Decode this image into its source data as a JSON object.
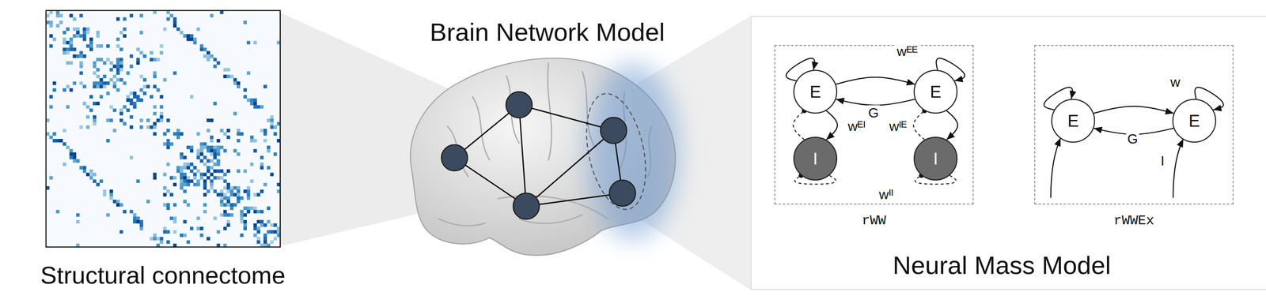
{
  "diagram": {
    "nodes": [
      {
        "text": [
          "Neural Mass Model"
        ]
      },
      {
        "text": [
          "rWW"
        ],
        "in": 0
      },
      {
        "text": [
          "E"
        ],
        "in": 1
      },
      {
        "text": [
          "E"
        ],
        "in": 1
      },
      {
        "text": [
          "I"
        ],
        "in": 1
      },
      {
        "text": [
          "I"
        ],
        "in": 1
      },
      {
        "text": [
          "rWWEx"
        ],
        "in": 0
      },
      {
        "text": [
          "E"
        ],
        "in": 6
      },
      {
        "text": [
          "E"
        ],
        "in": 6
      }
    ],
    "edges": [
      {
        "from": 2,
        "to": 2,
        "arrow": "to"
      },
      {
        "from": 2,
        "to": 3,
        "arrow": "to"
      },
      {
        "from": 3,
        "to": 2,
        "label": "G",
        "arrow": "to"
      },
      {
        "from": 3,
        "to": 3,
        "label": "wᴱᴱ",
        "arrow": "to"
      },
      {
        "from": 4,
        "to": 2,
        "arrow": "to"
      },
      {
        "from": 2,
        "to": 4,
        "label": "wᴱᴵ",
        "arrow": "to"
      },
      {
        "from": 4,
        "to": 4,
        "arrow": "to"
      },
      {
        "from": 5,
        "to": 3,
        "label": "wᴵᴱ",
        "arrow": "to"
      },
      {
        "from": 3,
        "to": 5,
        "arrow": "to"
      },
      {
        "from": 5,
        "to": 5,
        "label": "wᴵᴵ",
        "arrow": "to"
      },
      {
        "from": 7,
        "to": 7,
        "arrow": "to"
      },
      {
        "from": 7,
        "to": 8,
        "arrow": "to"
      },
      {
        "from": 8,
        "to": 7,
        "label": "G",
        "arrow": "to"
      },
      {
        "from": 8,
        "to": 8,
        "label": "w",
        "arrow": "to"
      }
    ],
    "labels": [
      "Structural connectome",
      "Brain Network Model",
      "I"
    ]
  }
}
